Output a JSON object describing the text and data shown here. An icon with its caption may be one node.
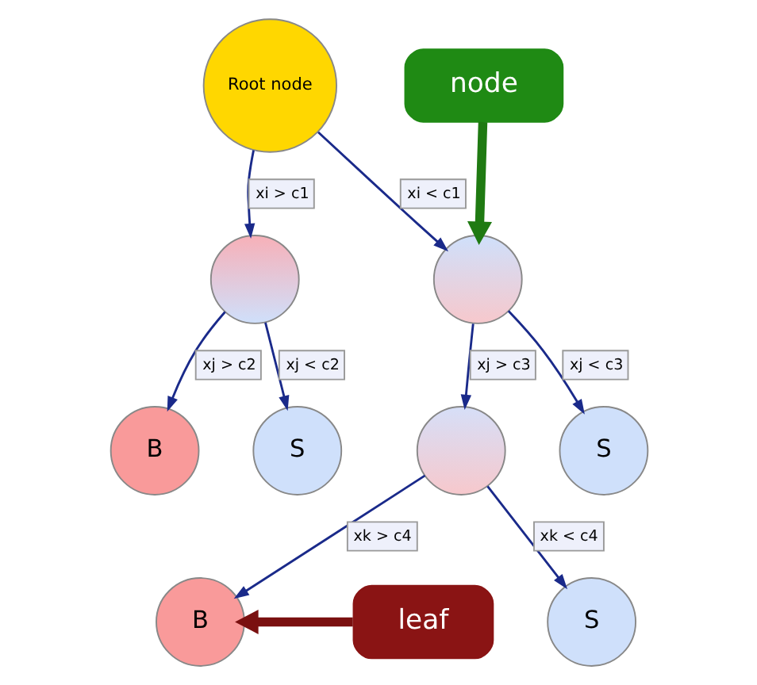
{
  "diagram": {
    "nodes": [
      {
        "text": [
          "Root node"
        ]
      },
      {
        "text": [],
        "shape": "circle"
      },
      {
        "text": [],
        "shape": "circle"
      },
      {
        "text": [
          "B"
        ]
      },
      {
        "text": [
          "S"
        ]
      },
      {
        "text": [],
        "shape": "circle"
      },
      {
        "text": [
          "S"
        ]
      },
      {
        "text": [
          "B"
        ]
      },
      {
        "text": [
          "S"
        ]
      },
      {
        "text": [
          "node"
        ]
      },
      {
        "text": [
          "leaf"
        ]
      }
    ],
    "edges": [
      {
        "from": 0,
        "to": 1,
        "arrow": "to",
        "label": "xi > c1"
      },
      {
        "from": 0,
        "to": 2,
        "arrow": "to",
        "label": "xi < c1"
      },
      {
        "from": 1,
        "to": 3,
        "arrow": "to",
        "label": "xj > c2"
      },
      {
        "from": 1,
        "to": 4,
        "arrow": "to",
        "label": "xj < c2"
      },
      {
        "from": 2,
        "to": 5,
        "arrow": "to",
        "label": "xj > c3"
      },
      {
        "from": 2,
        "to": 6,
        "arrow": "to",
        "label": "xj < c3"
      },
      {
        "from": 5,
        "to": 7,
        "arrow": "to",
        "label": "xk > c4"
      },
      {
        "from": 5,
        "to": 8,
        "arrow": "to",
        "label": "xk < c4"
      },
      {
        "from": 9,
        "to": 2,
        "arrow": "to",
        "style": "thick",
        "color": "#1f7a12"
      },
      {
        "from": 10,
        "to": 7,
        "arrow": "to",
        "style": "thick",
        "color": "#7a1010"
      }
    ]
  }
}
